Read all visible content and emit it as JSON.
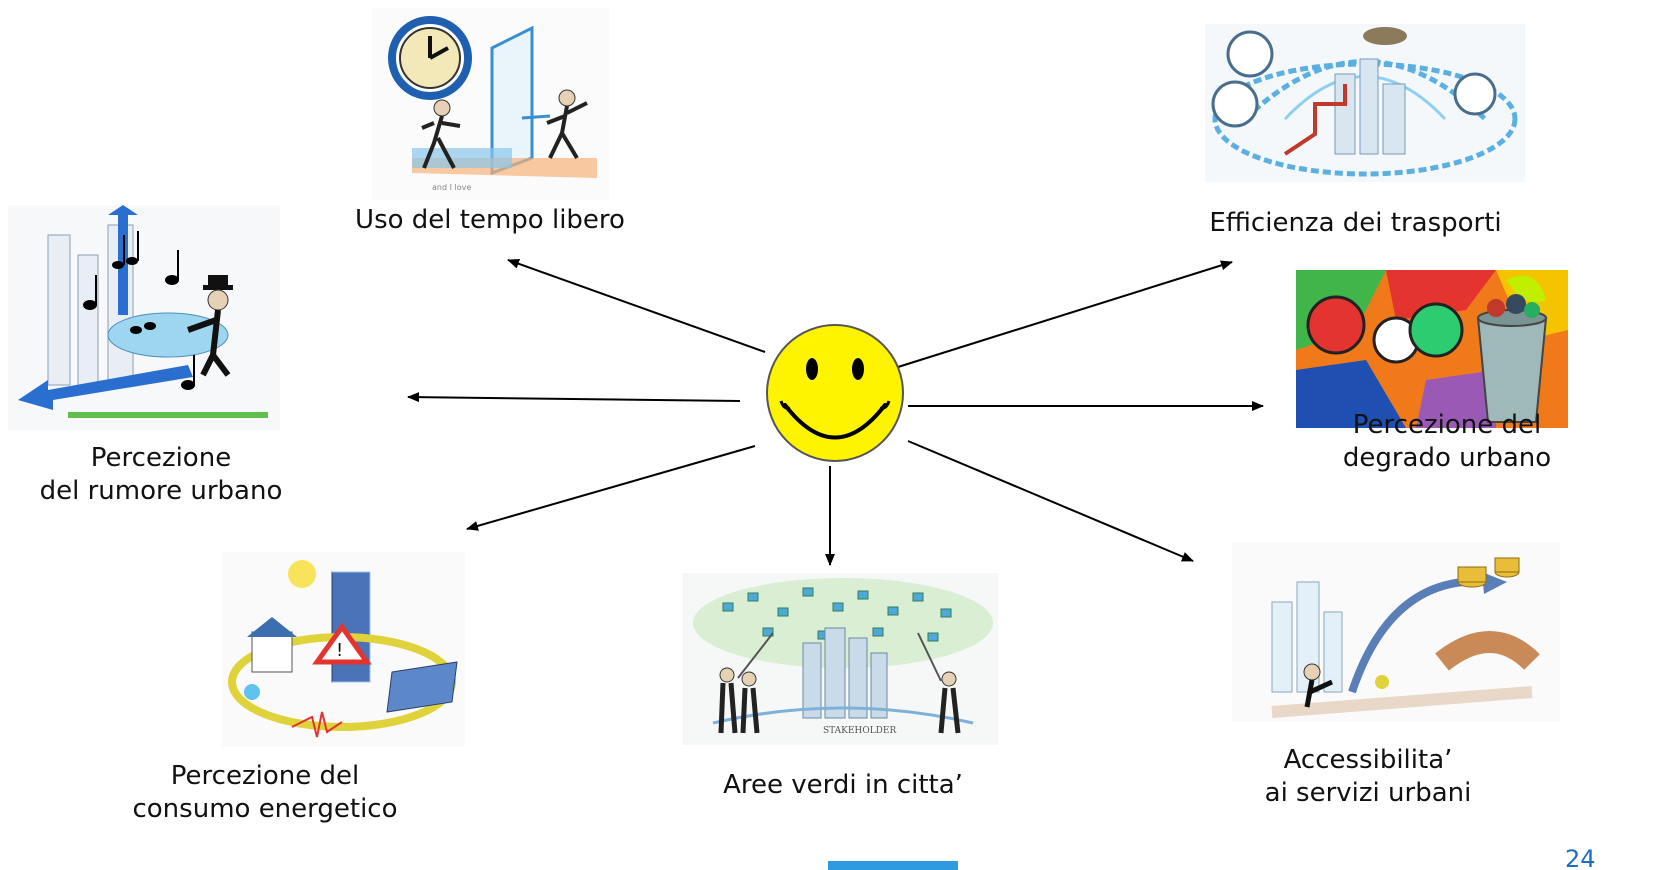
{
  "center": {
    "icon": "smiley-face-icon",
    "face_color": "#fff400"
  },
  "arrow_color": "#000000",
  "nodes": [
    {
      "id": "tempo-libero",
      "icon": "leisure-time-clock-illustration",
      "lines": [
        "Uso del tempo libero"
      ]
    },
    {
      "id": "trasporti",
      "icon": "transport-network-illustration",
      "lines": [
        "Efficienza dei trasporti"
      ]
    },
    {
      "id": "rumore",
      "icon": "urban-noise-music-illustration",
      "lines": [
        "Percezione",
        "del rumore urbano"
      ]
    },
    {
      "id": "degrado",
      "icon": "graffiti-trash-can-illustration",
      "lines": [
        "Percezione del",
        "degrado urbano"
      ]
    },
    {
      "id": "energetico",
      "icon": "energy-grid-illustration",
      "lines": [
        "Percezione del",
        "consumo energetico"
      ]
    },
    {
      "id": "aree-verdi",
      "icon": "green-areas-city-illustration",
      "lines": [
        "Aree verdi in citta’"
      ]
    },
    {
      "id": "accessibilita",
      "icon": "urban-services-access-illustration",
      "lines": [
        "Accessibilita’",
        "ai servizi urbani"
      ]
    }
  ],
  "footer": {
    "page_number": "24"
  }
}
